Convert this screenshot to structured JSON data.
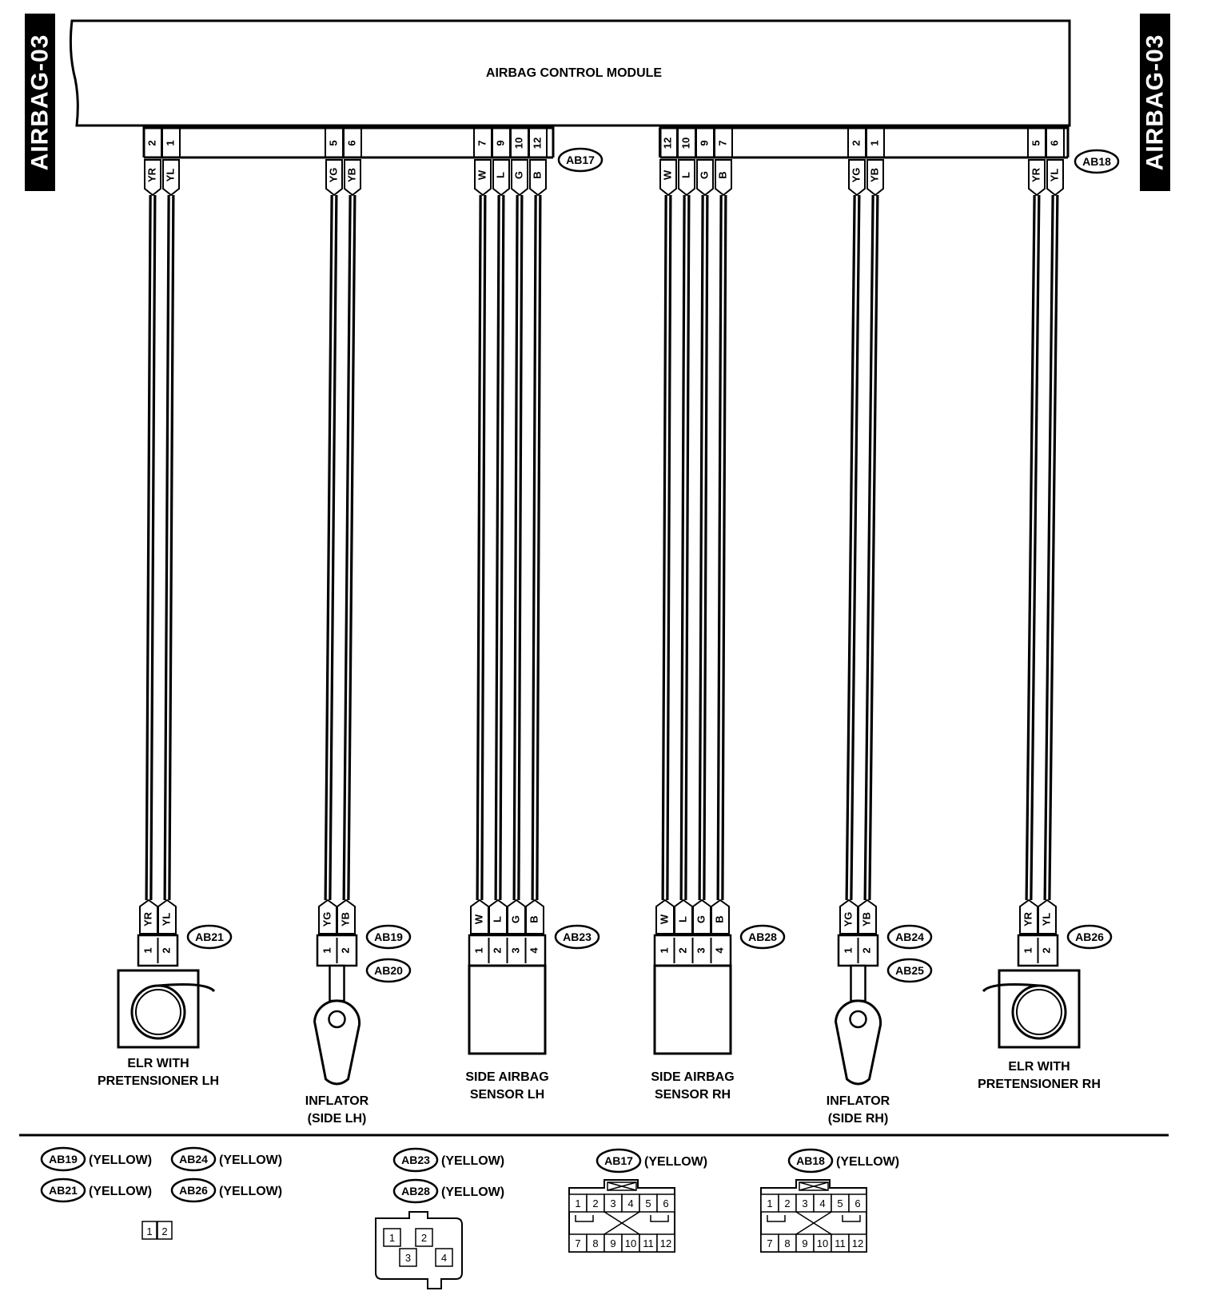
{
  "side_tab": "AIRBAG-03",
  "module_title": "AIRBAG CONTROL MODULE",
  "module_connectors": [
    {
      "id": "AB17",
      "pins": [
        {
          "pin": "2",
          "wire": "YR"
        },
        {
          "pin": "1",
          "wire": "YL"
        },
        {
          "pin": "5",
          "wire": "YG"
        },
        {
          "pin": "6",
          "wire": "YB"
        },
        {
          "pin": "7",
          "wire": "W"
        },
        {
          "pin": "9",
          "wire": "L"
        },
        {
          "pin": "10",
          "wire": "G"
        },
        {
          "pin": "12",
          "wire": "B"
        }
      ]
    },
    {
      "id": "AB18",
      "pins": [
        {
          "pin": "12",
          "wire": "W"
        },
        {
          "pin": "10",
          "wire": "L"
        },
        {
          "pin": "9",
          "wire": "G"
        },
        {
          "pin": "7",
          "wire": "B"
        },
        {
          "pin": "2",
          "wire": "YG"
        },
        {
          "pin": "1",
          "wire": "YB"
        },
        {
          "pin": "5",
          "wire": "YR"
        },
        {
          "pin": "6",
          "wire": "YL"
        }
      ]
    }
  ],
  "devices": [
    {
      "name_lines": [
        "ELR WITH",
        "PRETENSIONER LH"
      ],
      "connectors": [
        "AB21"
      ],
      "wires": [
        "YR",
        "YL"
      ],
      "pins": [
        "1",
        "2"
      ]
    },
    {
      "name_lines": [
        "INFLATOR",
        "(SIDE LH)"
      ],
      "connectors": [
        "AB19",
        "AB20"
      ],
      "wires": [
        "YG",
        "YB"
      ],
      "pins": [
        "1",
        "2"
      ]
    },
    {
      "name_lines": [
        "SIDE AIRBAG",
        "SENSOR LH"
      ],
      "connectors": [
        "AB23"
      ],
      "wires": [
        "W",
        "L",
        "G",
        "B"
      ],
      "pins": [
        "1",
        "2",
        "3",
        "4"
      ]
    },
    {
      "name_lines": [
        "SIDE AIRBAG",
        "SENSOR RH"
      ],
      "connectors": [
        "AB28"
      ],
      "wires": [
        "W",
        "L",
        "G",
        "B"
      ],
      "pins": [
        "1",
        "2",
        "3",
        "4"
      ]
    },
    {
      "name_lines": [
        "INFLATOR",
        "(SIDE RH)"
      ],
      "connectors": [
        "AB24",
        "AB25"
      ],
      "wires": [
        "YG",
        "YB"
      ],
      "pins": [
        "1",
        "2"
      ]
    },
    {
      "name_lines": [
        "ELR WITH",
        "PRETENSIONER RH"
      ],
      "connectors": [
        "AB26"
      ],
      "wires": [
        "YR",
        "YL"
      ],
      "pins": [
        "1",
        "2"
      ]
    }
  ],
  "legend": {
    "color_label": "(YELLOW)",
    "group_2pin": {
      "ids": [
        "AB19",
        "AB24",
        "AB21",
        "AB26"
      ],
      "pins": [
        "1",
        "2"
      ]
    },
    "group_4pin": {
      "ids": [
        "AB23",
        "AB28"
      ],
      "pins": [
        "1",
        "2",
        "3",
        "4"
      ]
    },
    "group_12pin_a": {
      "ids": [
        "AB17"
      ],
      "pins": [
        "1",
        "2",
        "3",
        "4",
        "5",
        "6",
        "7",
        "8",
        "9",
        "10",
        "11",
        "12"
      ]
    },
    "group_12pin_b": {
      "ids": [
        "AB18"
      ],
      "pins": [
        "1",
        "2",
        "3",
        "4",
        "5",
        "6",
        "7",
        "8",
        "9",
        "10",
        "11",
        "12"
      ]
    }
  }
}
